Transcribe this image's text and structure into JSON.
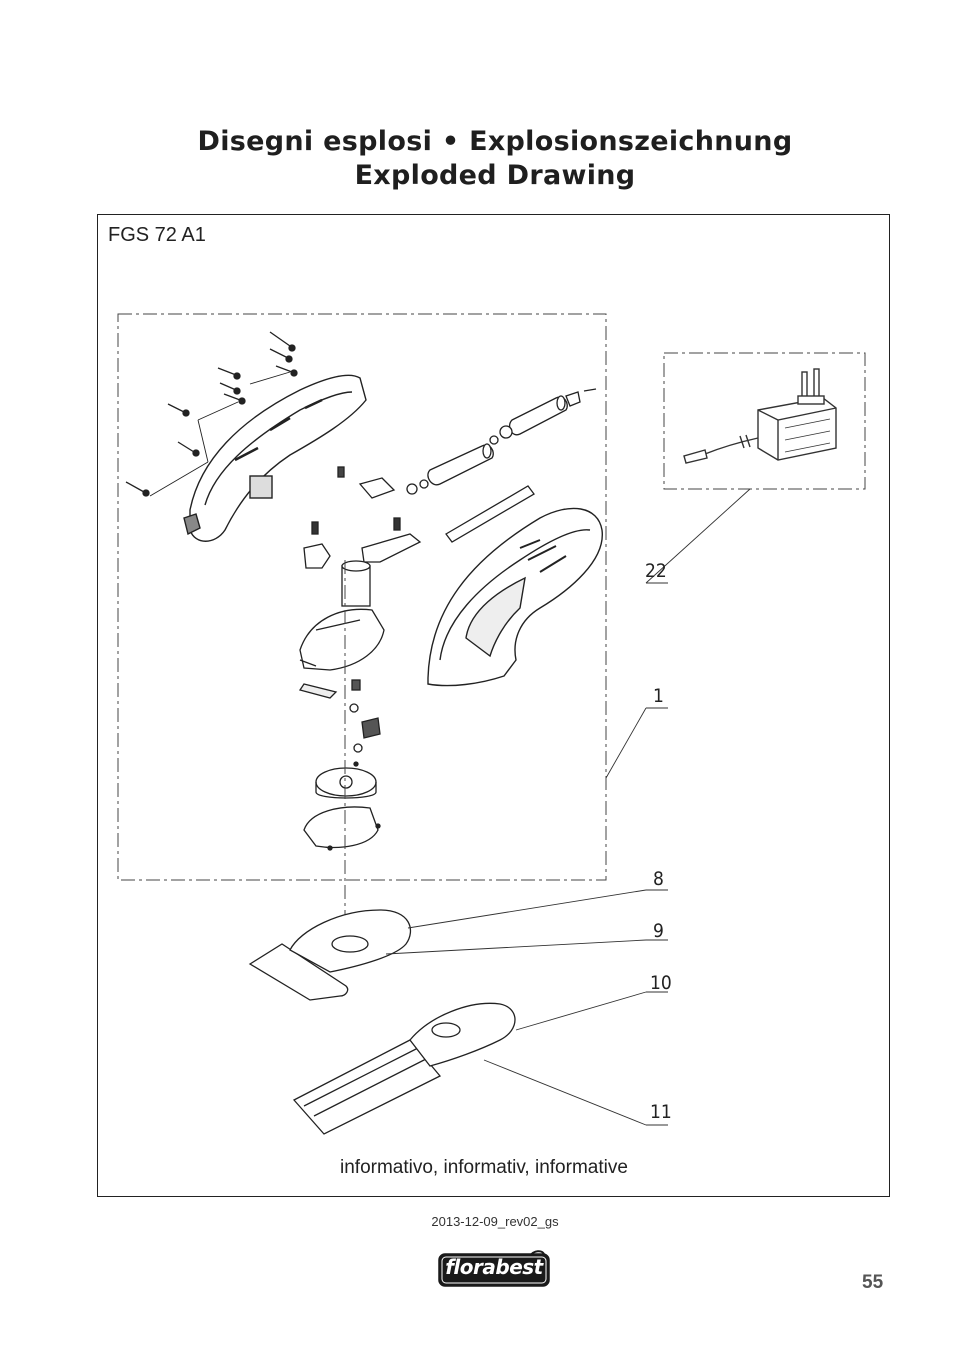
{
  "title": {
    "line1": "Disegni esplosi • Explosionszeichnung",
    "line2": "Exploded Drawing"
  },
  "model": "FGS 72 A1",
  "callouts": [
    "22",
    "1",
    "8",
    "9",
    "10",
    "11"
  ],
  "caption": "informativo, informativ, informative",
  "revision": "2013-12-09_rev02_gs",
  "brand": "florabest",
  "page_number": "55"
}
